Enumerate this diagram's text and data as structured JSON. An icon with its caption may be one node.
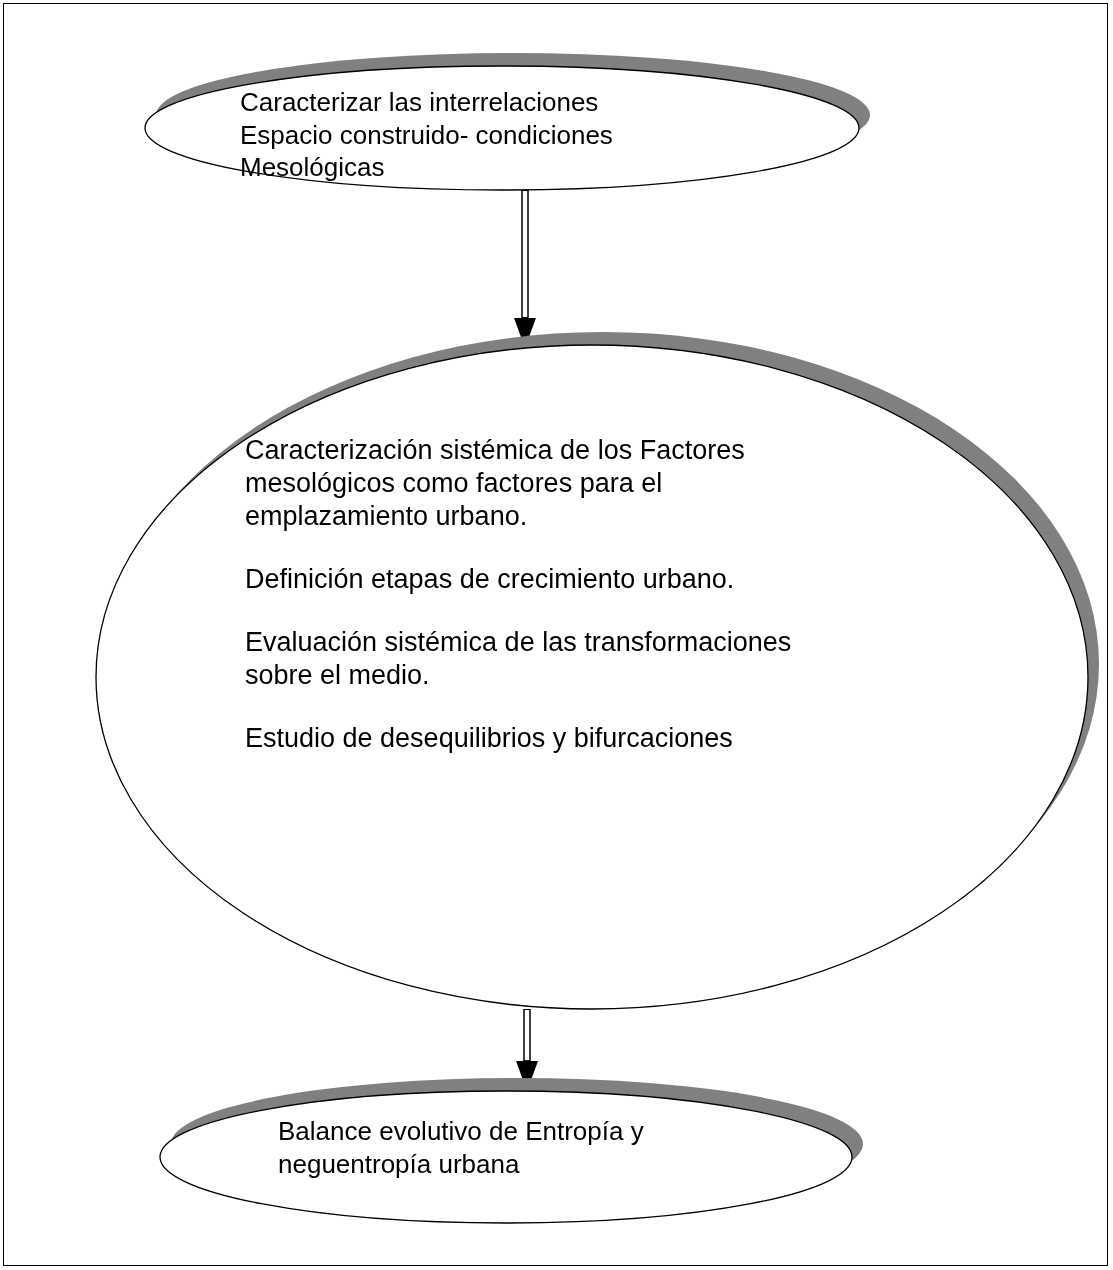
{
  "diagram": {
    "nodes": [
      {
        "text": [
          "Caracterizar las interrelaciones Espacio construido- condiciones Mesológicas"
        ]
      },
      {
        "text": [
          "Caracterización sistémica de los Factores mesológicos como factores para el emplazamiento urbano.",
          "Definición etapas de crecimiento urbano.",
          "Evaluación sistémica de las transformaciones sobre el medio.",
          "Estudio de desequilibrios y bifurcaciones"
        ]
      },
      {
        "text": [
          "Balance evolutivo de Entropía y neguentropía urbana"
        ]
      }
    ],
    "edges": [
      {
        "from": 0,
        "to": 1,
        "arrow": "to"
      },
      {
        "from": 1,
        "to": 2,
        "arrow": "to"
      }
    ]
  }
}
